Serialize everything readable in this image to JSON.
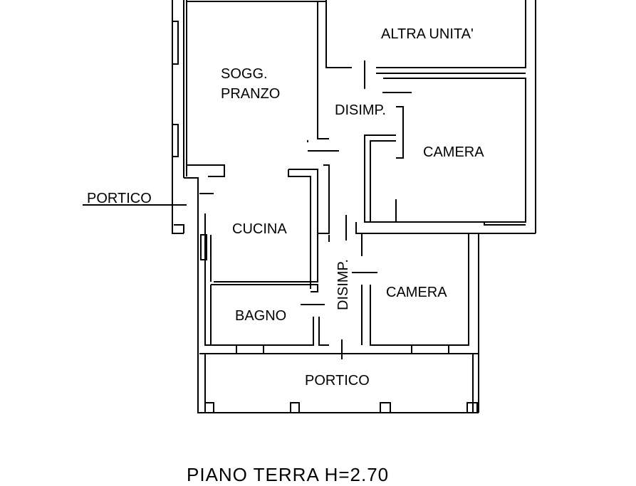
{
  "rooms": {
    "altra_unita": "ALTRA UNITA'",
    "sogg_line1": "SOGG.",
    "sogg_line2": "PRANZO",
    "disimp_top": "DISIMP.",
    "camera_top": "CAMERA",
    "portico_left": "PORTICO",
    "cucina": "CUCINA",
    "disimp_vertical": "DISIMP.",
    "camera_bottom": "CAMERA",
    "bagno": "BAGNO",
    "portico_bottom": "PORTICO"
  },
  "footer": {
    "floor_label": "PIANO TERRA H=2.70"
  }
}
